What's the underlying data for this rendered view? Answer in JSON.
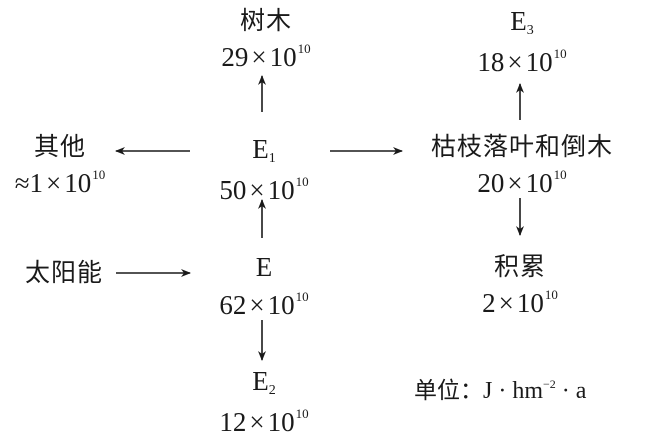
{
  "diagram": {
    "title": "",
    "nodes": {
      "trees": {
        "label": "树木",
        "value": "29",
        "times": "×",
        "base": "10",
        "exp": "10"
      },
      "e3": {
        "label": "E",
        "sub": "3",
        "value": "18",
        "times": "×",
        "base": "10",
        "exp": "10"
      },
      "others": {
        "label": "其他",
        "prefix": "≈",
        "value": "1",
        "times": "×",
        "base": "10",
        "exp": "10"
      },
      "e1": {
        "label": "E",
        "sub": "1",
        "value": "50",
        "times": "×",
        "base": "10",
        "exp": "10"
      },
      "litter": {
        "label": "枯枝落叶和倒木",
        "value": "20",
        "times": "×",
        "base": "10",
        "exp": "10"
      },
      "solar": {
        "label": "太阳能"
      },
      "e": {
        "label": "E",
        "value": "62",
        "times": "×",
        "base": "10",
        "exp": "10"
      },
      "accum": {
        "label": "积累",
        "value": "2",
        "times": "×",
        "base": "10",
        "exp": "10"
      },
      "e2": {
        "label": "E",
        "sub": "2",
        "value": "12",
        "times": "×",
        "base": "10",
        "exp": "10"
      }
    },
    "edges": [
      {
        "from": "solar",
        "to": "e"
      },
      {
        "from": "e",
        "to": "e1"
      },
      {
        "from": "e",
        "to": "e2"
      },
      {
        "from": "e1",
        "to": "trees"
      },
      {
        "from": "e1",
        "to": "others"
      },
      {
        "from": "e1",
        "to": "litter"
      },
      {
        "from": "litter",
        "to": "e3"
      },
      {
        "from": "litter",
        "to": "accum"
      }
    ],
    "unit": {
      "label": "单位：",
      "text1": "J · hm",
      "exp": "−2",
      "text2": " · a"
    },
    "colors": {
      "ink": "#1a1a1a",
      "background": "#ffffff"
    }
  }
}
